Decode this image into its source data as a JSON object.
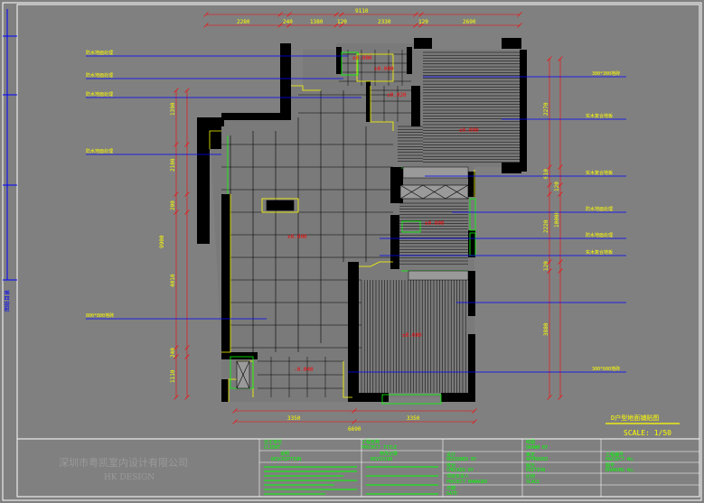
{
  "drawing": {
    "title": "D户型地面铺贴图",
    "scale": "SCALE: 1/50"
  },
  "dimensions": {
    "top": [
      "2280",
      "240",
      "1380",
      "120",
      "2330",
      "120",
      "2690"
    ],
    "top_total": "9110",
    "bottom": [
      "3350",
      "3350"
    ],
    "bottom_total": "6690",
    "left": [
      "1390",
      "2100",
      "200",
      "4010",
      "240",
      "1110"
    ],
    "left_total": "9900",
    "right": [
      "2270",
      "610",
      "120",
      "2220",
      "120",
      "3880"
    ],
    "right_total": "10000"
  },
  "elevations": [
    "±0.000",
    "±0.000",
    "±0.020",
    "±0.000",
    "±0.000",
    "±0.000",
    "±0.000",
    "-0.040"
  ],
  "callouts": {
    "left_1": "防水地面处理",
    "left_2": "防水地面处理",
    "left_3": "防水地面处理",
    "left_4": "防水地面处理",
    "left_5": "800*800地砖",
    "right_1": "300*300地砖",
    "right_2": "实木复合地板",
    "right_3": "实木复合地板",
    "right_4": "防水地面处理",
    "right_5": "防水地面处理",
    "right_6": "实木复合地板",
    "right_7": "300*600地砖"
  },
  "side_label": "图纸目录",
  "title_block": {
    "company_cn": "深圳市粤凯室内设计有限公司",
    "company_en": "HK   DESIGN",
    "client_cn": "业主单位",
    "client_en": "CLIENT",
    "project_cn": "工程名称",
    "project_en": "PROJECT TITLE",
    "remark_cn": "说明",
    "remark_en": "DESCRIPTION",
    "revision_cn": "修改记录",
    "revision_en": "REVISION",
    "design_cn": "设计",
    "design_en": "DESIGNED BY",
    "check_cn": "校对",
    "check_en": "CHECKED BY",
    "manager_cn": "项目负责人",
    "manager_en": "PROJECT MANAGER",
    "date_cn": "日期",
    "date_en": "DATE",
    "drawn_cn": "绘图",
    "drawn_en": "DRAWN BY",
    "approve_cn": "审定",
    "approve_en": "APPROVED",
    "proj_no_cn": "工程编号",
    "proj_no_en": "PROJECT No.",
    "drawing_no_cn": "图号",
    "drawing_no_en": "DRAWING No.",
    "sheet_cn": "版次",
    "sheet_en": "EDITION",
    "scale_cn": "比例",
    "scale_en": "SCALE"
  },
  "colors": {
    "background": "#808080",
    "wall": "#000000",
    "edge": "#ffff00",
    "dim": "#ff0000",
    "leader": "#0000ff",
    "callout_text": "#ffff00",
    "grid": "#000000",
    "fixture": "#00ff00",
    "frame": "#ffffff"
  }
}
